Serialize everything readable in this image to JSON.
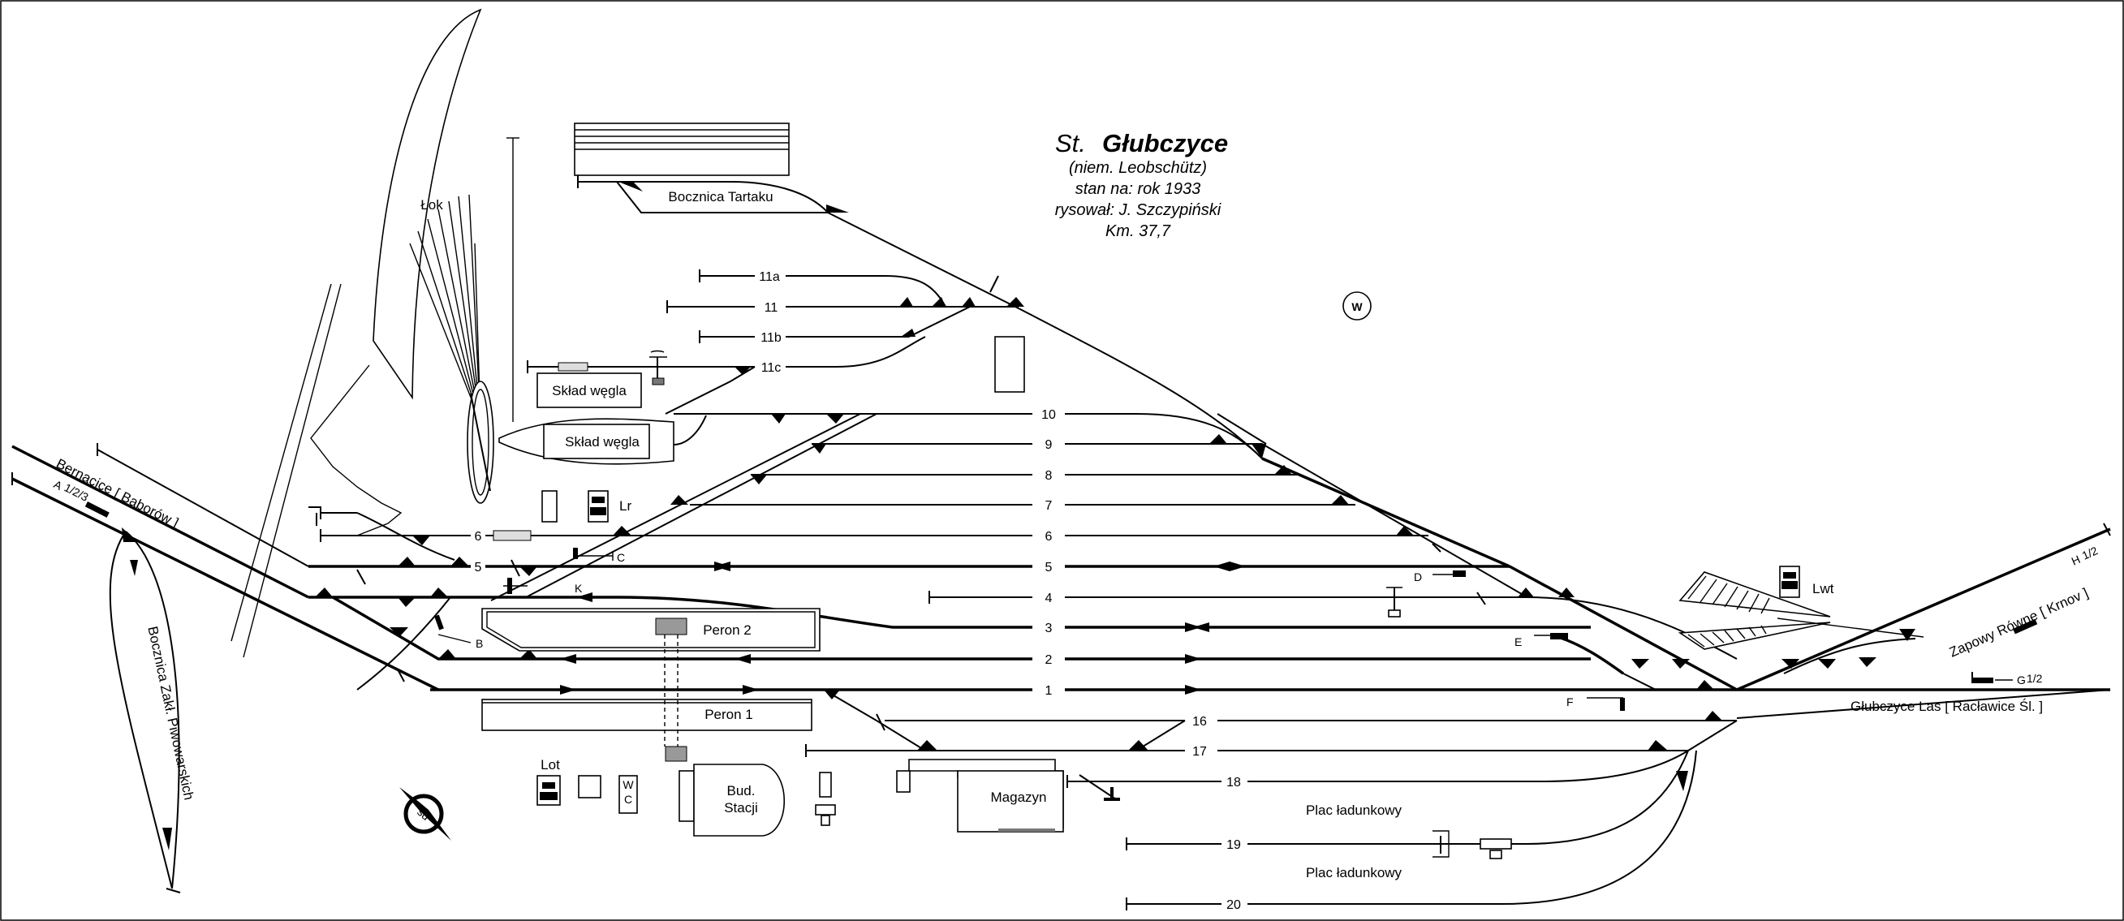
{
  "title": {
    "prefix": "St.",
    "name": "Głubczyce",
    "german": "(niem. Leobschütz)",
    "state": "stan na: rok 1933",
    "author": "rysował: J. Szczypiński",
    "km": "Km. 37,7"
  },
  "tracks": {
    "t1": "1",
    "t2": "2",
    "t3": "3",
    "t4": "4",
    "t5": "5",
    "t6": "6",
    "t7": "7",
    "t8": "8",
    "t9": "9",
    "t10": "10",
    "t11": "11",
    "t11a": "11a",
    "t11b": "11b",
    "t11c": "11c",
    "t16": "16",
    "t17": "17",
    "t18": "18",
    "t19": "19",
    "t20": "20",
    "t5w": "5",
    "t6w": "6"
  },
  "buildings": {
    "lok": "Łok",
    "sklad1": "Skład węgla",
    "sklad2": "Skład węgla",
    "bocznica_tartaku": "Bocznica Tartaku",
    "peron2": "Peron 2",
    "peron1": "Peron 1",
    "stacja_line1": "Bud.",
    "stacja_line2": "Stacji",
    "magazyn": "Magazyn",
    "plac1": "Plac ładunkowy",
    "plac2": "Plac ładunkowy",
    "wc_w": "W",
    "wc_c": "C",
    "water": "W",
    "compass": "sd"
  },
  "signals": {
    "lr": "Lr",
    "lot": "Lot",
    "lwt": "Lwt",
    "c": "C",
    "k": "K",
    "b": "B",
    "d": "D",
    "e": "E",
    "f": "F",
    "a": "A",
    "a_sub": "1/2/3",
    "h": "H",
    "h_sub": "1/2",
    "g": "G",
    "g_sub": "1/2"
  },
  "directions": {
    "bernacice": "Bernacice [ Baborów ]",
    "zapowy": "Zapowy Równe [ Krnov ]",
    "glubczyce_las": "Głubczyce Las [ Racławice Śl. ]",
    "bocznica_zakl": "Bocznica Zakł. Piwowarskich"
  }
}
